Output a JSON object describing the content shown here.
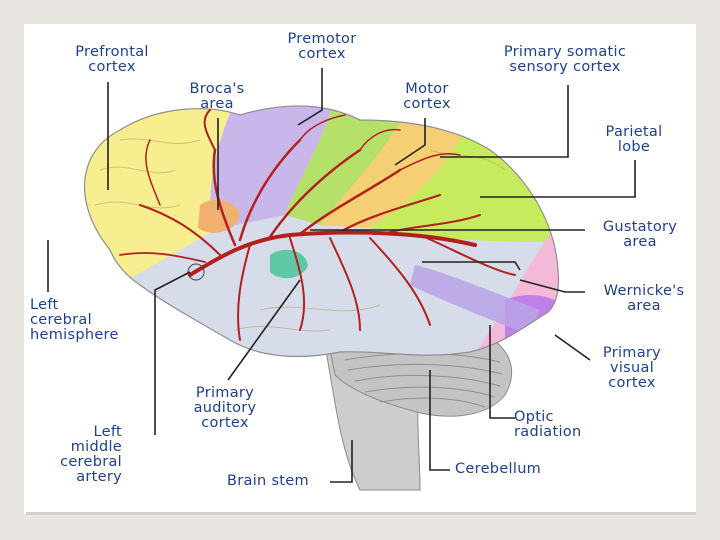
{
  "labels": {
    "prefrontal": [
      "Prefrontal",
      "cortex"
    ],
    "premotor": [
      "Premotor",
      "cortex"
    ],
    "somatic": [
      "Primary somatic",
      "sensory cortex"
    ],
    "broca": [
      "Broca's",
      "area"
    ],
    "motor": [
      "Motor",
      "cortex"
    ],
    "parietal": [
      "Parietal",
      "lobe"
    ],
    "gustatory": [
      "Gustatory",
      "area"
    ],
    "wernicke": [
      "Wernicke's",
      "area"
    ],
    "hemisphere": [
      "Left",
      "cerebral",
      "hemisphere"
    ],
    "visual": [
      "Primary",
      "visual",
      "cortex"
    ],
    "auditory": [
      "Primary",
      "auditory",
      "cortex"
    ],
    "optic": [
      "Optic",
      "radiation"
    ],
    "artery": [
      "Left",
      "middle",
      "cerebral",
      "artery"
    ],
    "brainstem": [
      "Brain stem"
    ],
    "cerebellum": [
      "Cerebellum"
    ]
  },
  "colors": {
    "label_text": "#1f3f8f",
    "leader_line": "#222222",
    "prefrontal": "#f7ef8f",
    "premotor": "#c9b6ea",
    "motor": "#b5e06a",
    "somatic": "#f4cf74",
    "parietal": "#c6ec5e",
    "temporal": "#d6dcea",
    "occipital": "#f4b8d8",
    "visual": "#c080e8",
    "artery": "#b3201c",
    "cerebellum": "#c4c4c4",
    "brainstem": "#cdcdcd"
  }
}
